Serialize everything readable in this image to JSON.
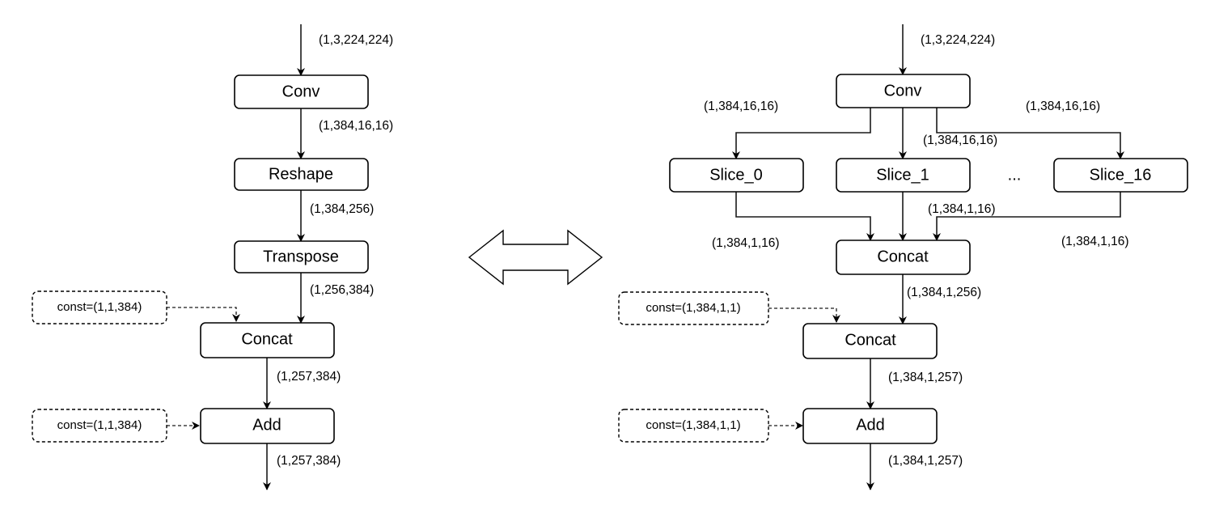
{
  "left": {
    "input_shape": "(1,3,224,224)",
    "nodes": {
      "conv": "Conv",
      "reshape": "Reshape",
      "transpose": "Transpose",
      "concat": "Concat",
      "add": "Add"
    },
    "shapes": {
      "conv_out": "(1,384,16,16)",
      "reshape_out": "(1,384,256)",
      "transpose_out": "(1,256,384)",
      "concat_out": "(1,257,384)",
      "add_out": "(1,257,384)"
    },
    "consts": {
      "concat_const": "const=(1,1,384)",
      "add_const": "const=(1,1,384)"
    }
  },
  "right": {
    "input_shape": "(1,3,224,224)",
    "nodes": {
      "conv": "Conv",
      "slice_0": "Slice_0",
      "slice_1": "Slice_1",
      "ellipsis": "...",
      "slice_16": "Slice_16",
      "concat_1": "Concat",
      "concat_2": "Concat",
      "add": "Add"
    },
    "shapes": {
      "conv_out_left": "(1,384,16,16)",
      "conv_out_mid": "(1,384,16,16)",
      "conv_out_right": "(1,384,16,16)",
      "slice_out_left": "(1,384,1,16)",
      "slice_out_mid": "(1,384,1,16)",
      "slice_out_right": "(1,384,1,16)",
      "concat_1_out": "(1,384,1,256)",
      "concat_2_out": "(1,384,1,257)",
      "add_out": "(1,384,1,257)"
    },
    "consts": {
      "concat_const": "const=(1,384,1,1)",
      "add_const": "const=(1,384,1,1)"
    }
  }
}
